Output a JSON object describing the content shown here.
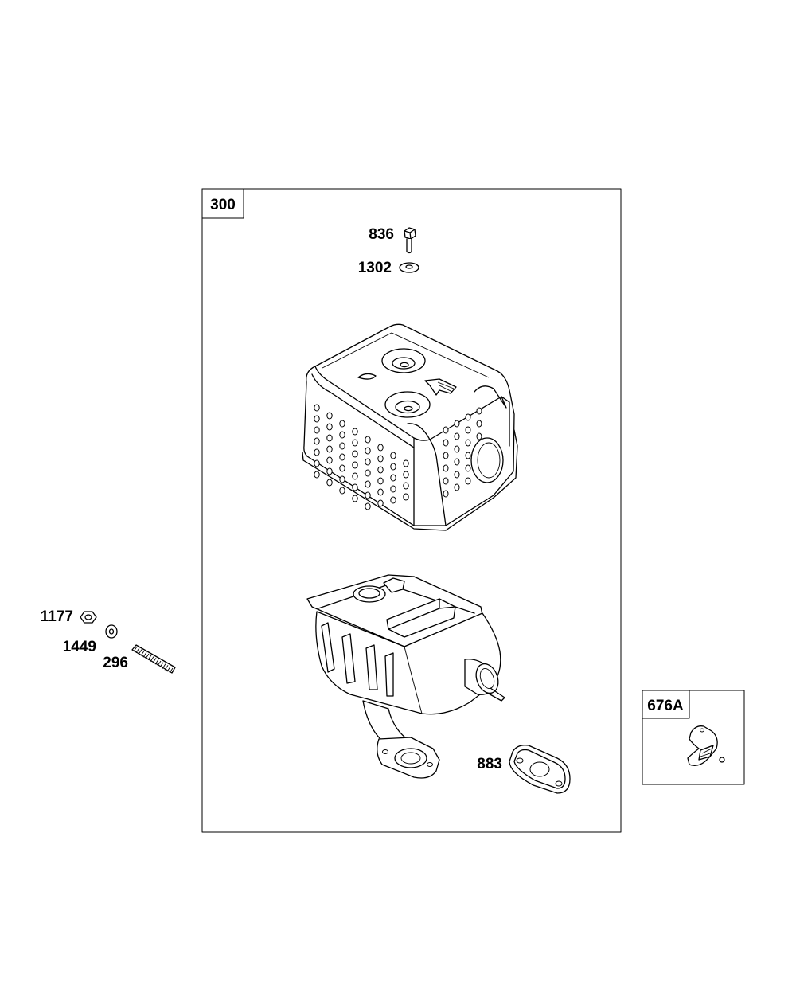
{
  "diagram": {
    "main_kit": {
      "label": "300"
    },
    "side_kit": {
      "label": "676A"
    },
    "parts": [
      {
        "id": "bolt",
        "label": "836"
      },
      {
        "id": "washer-top",
        "label": "1302"
      },
      {
        "id": "nut",
        "label": "1177"
      },
      {
        "id": "washer-side",
        "label": "1449"
      },
      {
        "id": "stud",
        "label": "296"
      },
      {
        "id": "gasket",
        "label": "883"
      }
    ]
  }
}
